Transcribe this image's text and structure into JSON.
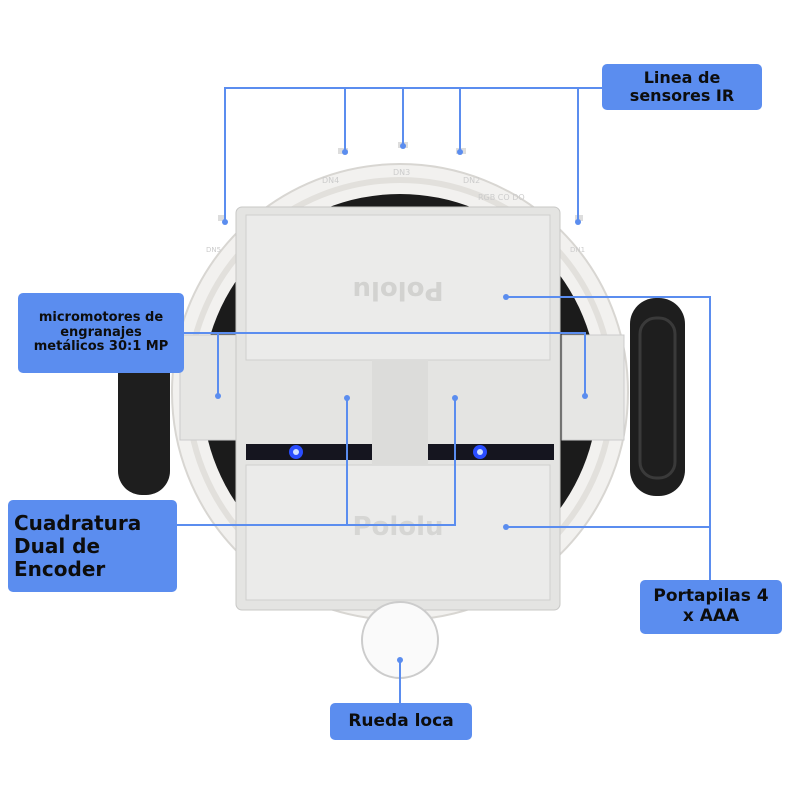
{
  "colors": {
    "label_bg": "#5b8def",
    "line": "#5b8def",
    "pcb": "#1b1b1b",
    "chassis": "#f2f1ef",
    "battery_holder": "#e4e4e2",
    "led": "#2a4dff"
  },
  "labels": {
    "ir_sensors": "Linea de sensores IR",
    "motors": "micromotores de engranajes metálicos 30:1 MP",
    "encoder": "Cuadratura Dual de Encoder",
    "battery": "Portapilas 4 x AAA",
    "caster": "Rueda loca"
  },
  "board_text": {
    "logo_top": "Pololu",
    "logo_bottom": "Pololu",
    "dn4": "DN4",
    "dn3": "DN3",
    "dn2": "DN2",
    "dn1": "DN1",
    "dn5": "DN5",
    "rgb": "RGB CO DO"
  }
}
